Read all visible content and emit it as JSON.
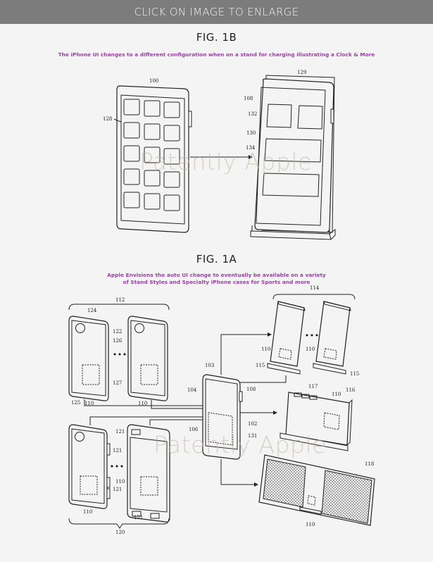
{
  "banner": {
    "label": "CLICK ON IMAGE TO ENLARGE"
  },
  "figure_1b": {
    "title": "FIG. 1B",
    "caption": "The iPhone UI changes to a different configuration when on a stand for charging illustrating a Clock & More",
    "labels": {
      "device_home": "100",
      "home_grid": "128",
      "stand": "129",
      "device_stand": "108",
      "widget_small": "132",
      "stand_ui": "130",
      "widget_wide": "134"
    }
  },
  "figure_1a": {
    "title": "FIG. 1A",
    "caption_line1": "Apple Envisions the auto UI change to eventually be available on a variety",
    "caption_line2": "of Stand Styles and Specialty iPhone cases for Sports and more",
    "labels": {
      "cases_group": "112",
      "camera": "124",
      "case_mark": "122",
      "case_edge": "126",
      "case_side": "127",
      "case_corner": "125",
      "coil": "110",
      "sport_cases_group": "120",
      "case_buttons": "121",
      "device_top": "103",
      "device_screen": "104",
      "device_coil_area": "106",
      "device_button": "108",
      "device_body": "102",
      "device_frame": "131",
      "stands_group": "114",
      "stand_base": "115",
      "dock": "116",
      "dock_connectors": "117",
      "speaker_dock": "118"
    }
  },
  "watermark": {
    "text": "Patently Apple"
  }
}
